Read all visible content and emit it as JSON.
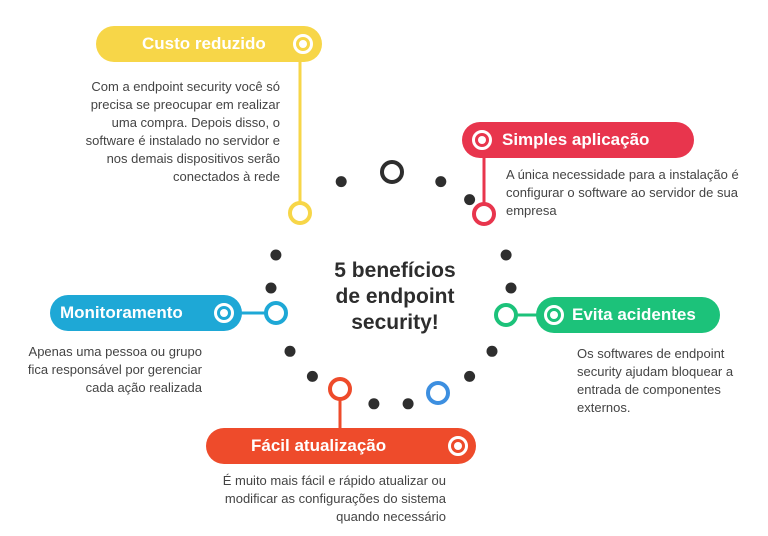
{
  "title_lines": [
    "5 benefícios",
    "de endpoint",
    "security!"
  ],
  "colors": {
    "yellow": "#f7d648",
    "red": "#e8354d",
    "blue": "#1ea8d6",
    "green": "#1cc27a",
    "orange": "#ee4b2b",
    "dot": "#2e2e2e",
    "blue_ring": "#3d8fe0"
  },
  "benefits": [
    {
      "label": "Custo reduzido",
      "icon": "target-icon",
      "description": [
        "Com a endpoint security você só",
        "precisa se preocupar em realizar",
        "uma compra. Depois disso, o",
        "software é instalado no servidor e",
        "nos demais dispositivos serão",
        "conectados à rede"
      ]
    },
    {
      "label": "Simples aplicação",
      "icon": "target-icon",
      "description": [
        "A única necessidade para a instalação é",
        "configurar o software ao servidor de sua",
        "empresa"
      ]
    },
    {
      "label": "Evita acidentes",
      "icon": "target-icon",
      "description": [
        "Os softwares de endpoint",
        "security ajudam bloquear a",
        "entrada de componentes",
        "externos."
      ]
    },
    {
      "label": "Fácil atualização",
      "icon": "target-icon",
      "description": [
        "É muito mais fácil e rápido atualizar ou",
        "modificar as configurações do sistema",
        "quando necessário"
      ]
    },
    {
      "label": "Monitoramento",
      "icon": "target-icon",
      "description": [
        "Apenas uma pessoa ou grupo",
        "fica responsável por gerenciar",
        "cada ação realizada"
      ]
    }
  ]
}
